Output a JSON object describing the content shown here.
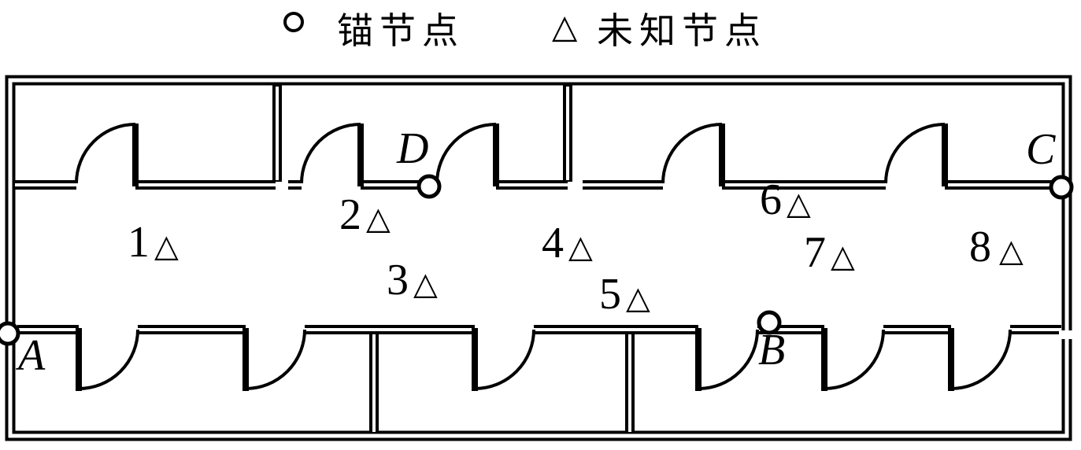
{
  "legend": {
    "anchor_symbol": "circle",
    "anchor_label": "锚节点",
    "unknown_symbol": "triangle",
    "unknown_label": "未知节点"
  },
  "glyphs": {
    "triangle": "△"
  },
  "unknown_nodes": [
    "1",
    "2",
    "3",
    "4",
    "5",
    "6",
    "7",
    "8"
  ],
  "anchor_nodes": [
    "A",
    "B",
    "C",
    "D"
  ],
  "colors": {
    "line": "#000000",
    "background": "#ffffff"
  }
}
